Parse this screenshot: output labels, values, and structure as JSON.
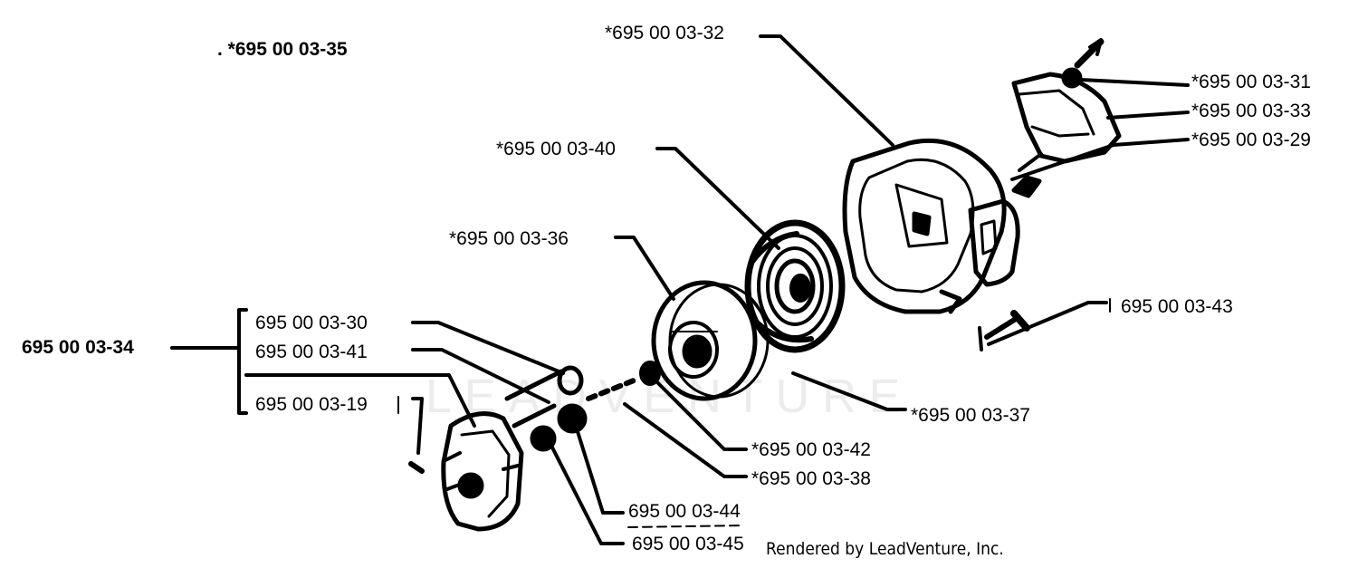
{
  "diagram": {
    "assembly_label": ". *695 00 03-35",
    "kit_label": "695 00 03-34",
    "credit": "Rendered by LeadVenture, Inc.",
    "watermark": "LEADVENTURE",
    "parts": {
      "p32": "*695 00 03-32",
      "p31": "*695 00 03-31",
      "p33": "*695 00 03-33",
      "p29": "*695 00 03-29",
      "p40": "*695 00 03-40",
      "p36": "*695 00 03-36",
      "p43": "695 00 03-43",
      "p30": "695 00 03-30",
      "p41": "695 00 03-41",
      "p19": "695 00 03-19",
      "p37": "*695 00 03-37",
      "p42": "*695 00 03-42",
      "p38": "*695 00 03-38",
      "p44": "695 00 03-44",
      "p45": "695 00 03-45"
    }
  }
}
